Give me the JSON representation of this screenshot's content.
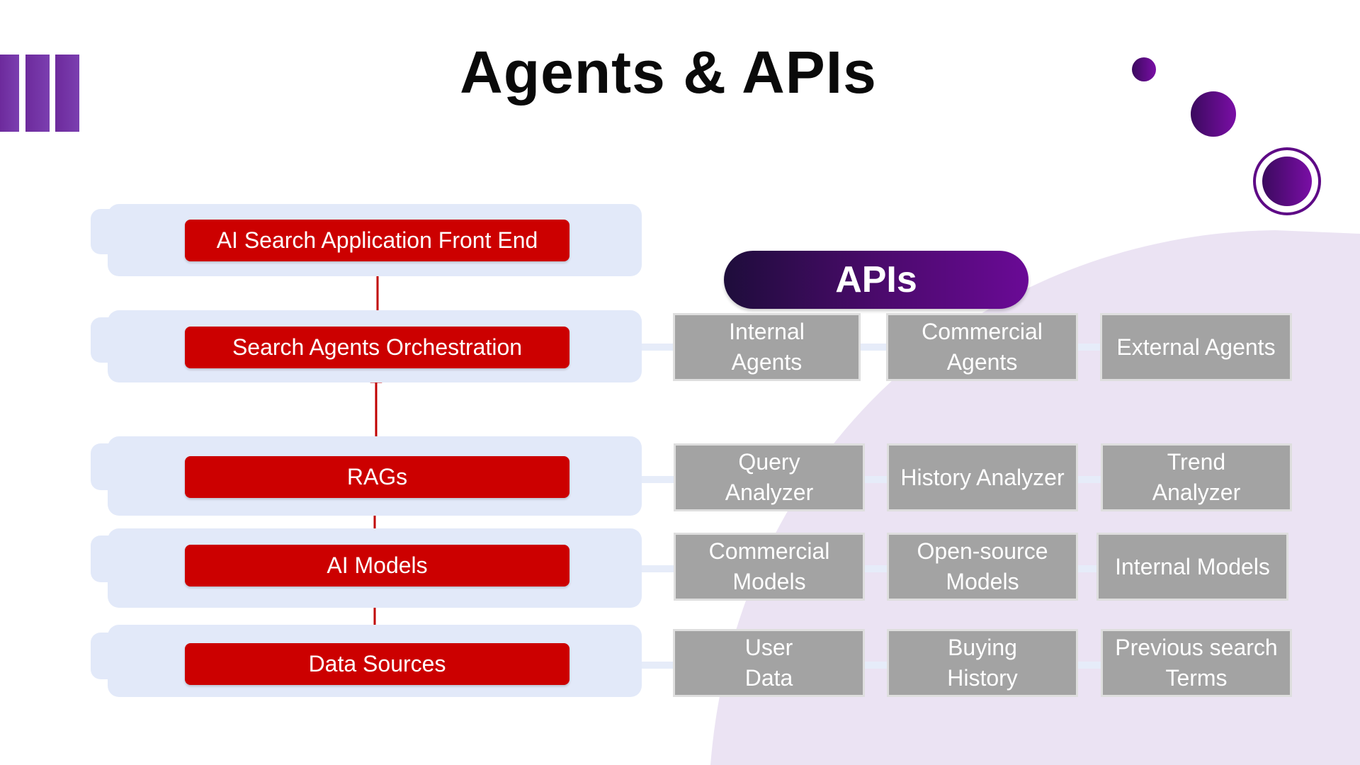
{
  "slide": {
    "title": "Agents & APIs"
  },
  "stack": {
    "layers": [
      "AI Search Application Front End",
      "Search Agents Orchestration",
      "RAGs",
      "AI Models",
      "Data Sources"
    ]
  },
  "apis": {
    "header": "APIs",
    "rows": [
      [
        "Internal\nAgents",
        "Commercial\nAgents",
        "External Agents"
      ],
      [
        "Query\nAnalyzer",
        "History Analyzer",
        "Trend\nAnalyzer"
      ],
      [
        "Commercial\nModels",
        "Open-source\nModels",
        "Internal Models"
      ],
      [
        "User\nData",
        "Buying\nHistory",
        "Previous search\nTerms"
      ]
    ]
  },
  "colors": {
    "layer_red": "#cc0000",
    "api_box_gray": "#a3a3a3",
    "lane_blue": "#e2e9f9",
    "accent_purple": "#6a0a96",
    "bg_lavender": "#ebe3f3"
  }
}
